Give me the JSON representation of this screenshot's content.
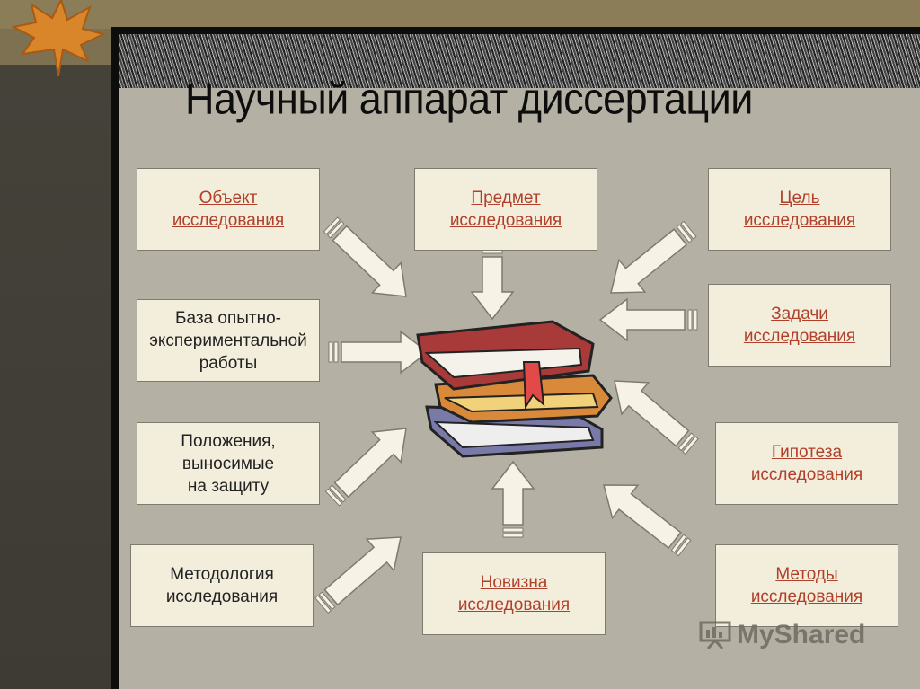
{
  "slide": {
    "title": "Научный аппарат диссертации"
  },
  "boxes": {
    "object": {
      "lines": [
        "Объект",
        "исследования"
      ]
    },
    "subject": {
      "lines": [
        "Предмет",
        "исследования"
      ]
    },
    "goal": {
      "lines": [
        "Цель",
        "исследования"
      ]
    },
    "tasks": {
      "lines": [
        "Задачи",
        "исследования"
      ]
    },
    "base": {
      "lines": [
        "База опытно-",
        "экспериментальной",
        "работы"
      ]
    },
    "hypothesis": {
      "lines": [
        "Гипотеза",
        "исследования"
      ]
    },
    "provisions": {
      "lines": [
        "Положения,",
        "выносимые",
        "на защиту"
      ]
    },
    "methodology": {
      "lines": [
        "Методология",
        "исследования"
      ]
    },
    "novelty": {
      "lines": [
        "Новизна",
        "исследования"
      ]
    },
    "methods": {
      "lines": [
        "Методы",
        "исследования"
      ]
    }
  },
  "watermark": {
    "text": "MyShared"
  },
  "colors": {
    "link": "#b0402a",
    "box_bg": "#f3eddc",
    "paper": "#b4b0a3"
  }
}
